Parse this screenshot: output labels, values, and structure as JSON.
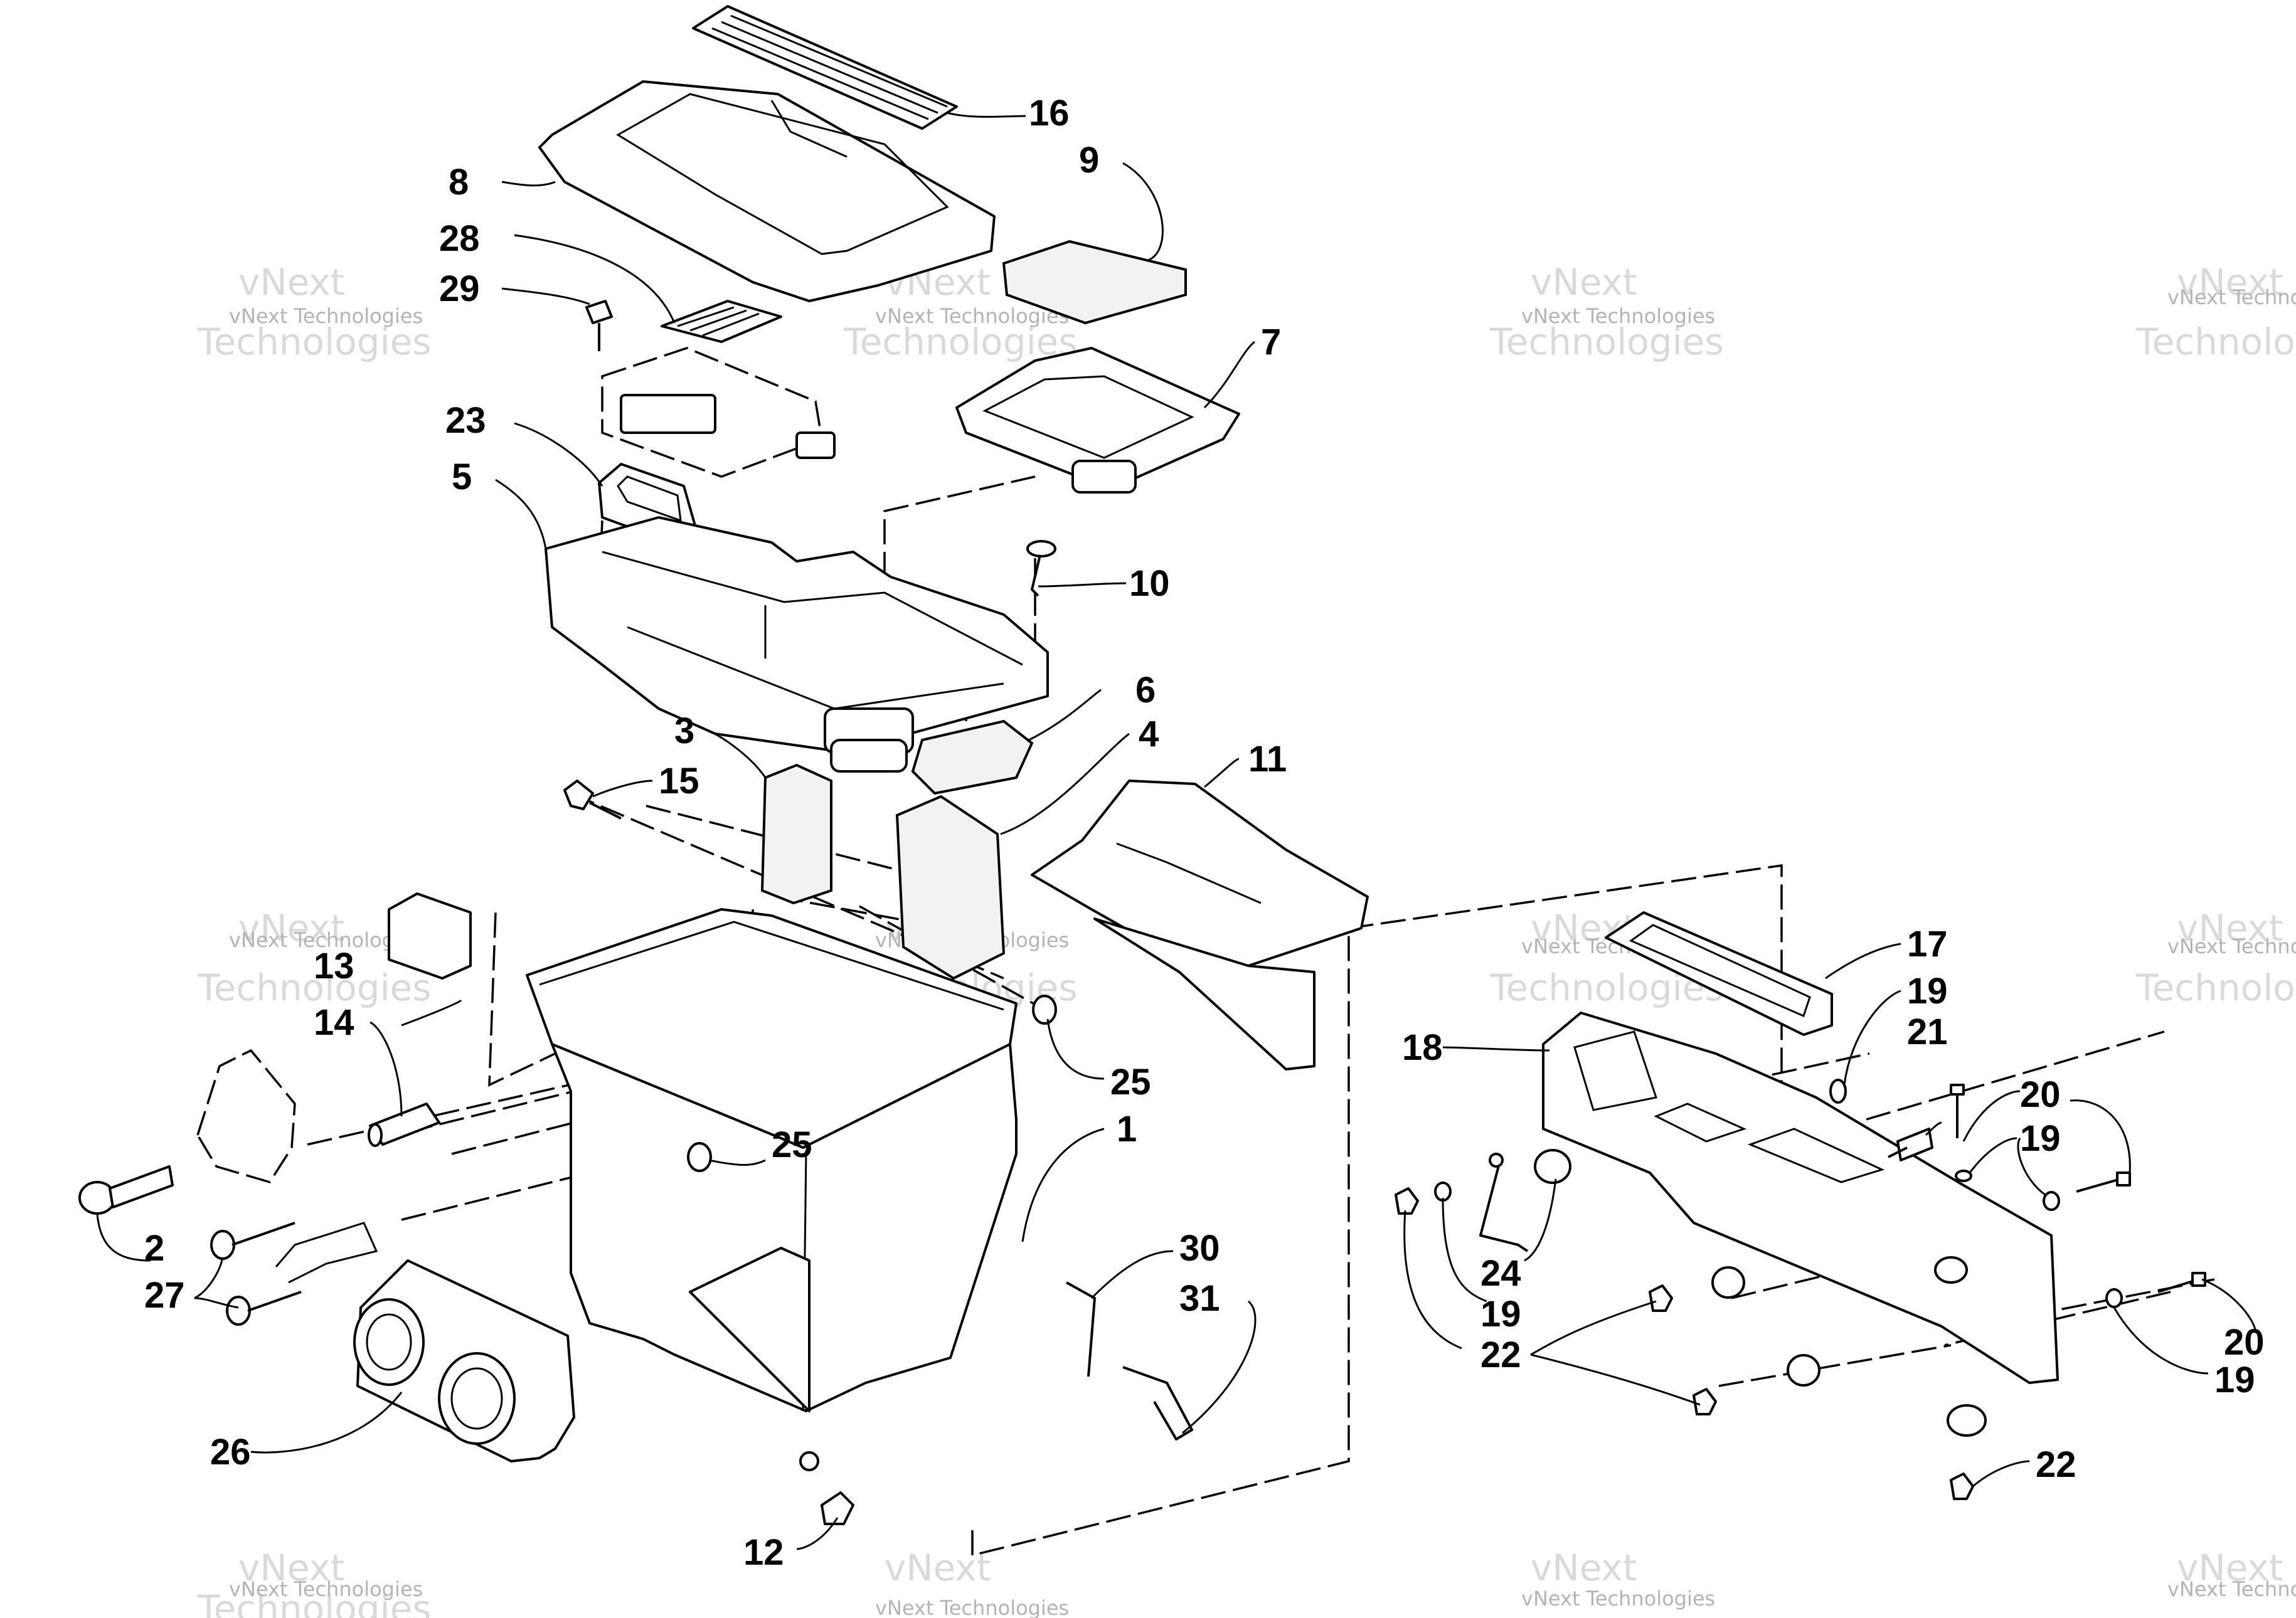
{
  "callouts": [
    {
      "id": "16",
      "label": "16"
    },
    {
      "id": "9",
      "label": "9"
    },
    {
      "id": "8",
      "label": "8"
    },
    {
      "id": "28",
      "label": "28"
    },
    {
      "id": "29",
      "label": "29"
    },
    {
      "id": "7",
      "label": "7"
    },
    {
      "id": "23",
      "label": "23"
    },
    {
      "id": "5",
      "label": "5"
    },
    {
      "id": "10",
      "label": "10"
    },
    {
      "id": "6",
      "label": "6"
    },
    {
      "id": "3",
      "label": "3"
    },
    {
      "id": "4",
      "label": "4"
    },
    {
      "id": "11",
      "label": "11"
    },
    {
      "id": "15",
      "label": "15"
    },
    {
      "id": "13",
      "label": "13"
    },
    {
      "id": "14",
      "label": "14"
    },
    {
      "id": "25a",
      "label": "25"
    },
    {
      "id": "25b",
      "label": "25"
    },
    {
      "id": "1",
      "label": "1"
    },
    {
      "id": "2",
      "label": "2"
    },
    {
      "id": "27",
      "label": "27"
    },
    {
      "id": "30",
      "label": "30"
    },
    {
      "id": "31",
      "label": "31"
    },
    {
      "id": "26",
      "label": "26"
    },
    {
      "id": "12",
      "label": "12"
    },
    {
      "id": "17",
      "label": "17"
    },
    {
      "id": "19a",
      "label": "19"
    },
    {
      "id": "21",
      "label": "21"
    },
    {
      "id": "18",
      "label": "18"
    },
    {
      "id": "20a",
      "label": "20"
    },
    {
      "id": "19b",
      "label": "19"
    },
    {
      "id": "24",
      "label": "24"
    },
    {
      "id": "19c",
      "label": "19"
    },
    {
      "id": "22a",
      "label": "22"
    },
    {
      "id": "20b",
      "label": "20"
    },
    {
      "id": "19d",
      "label": "19"
    },
    {
      "id": "22b",
      "label": "22"
    }
  ],
  "watermark": {
    "small": "vNext Technologies",
    "large_top": "vNext",
    "large_bottom": "Technologies"
  },
  "colors": {
    "line": "#000000",
    "background": "#ffffff",
    "watermark": "#b4b4b4"
  }
}
